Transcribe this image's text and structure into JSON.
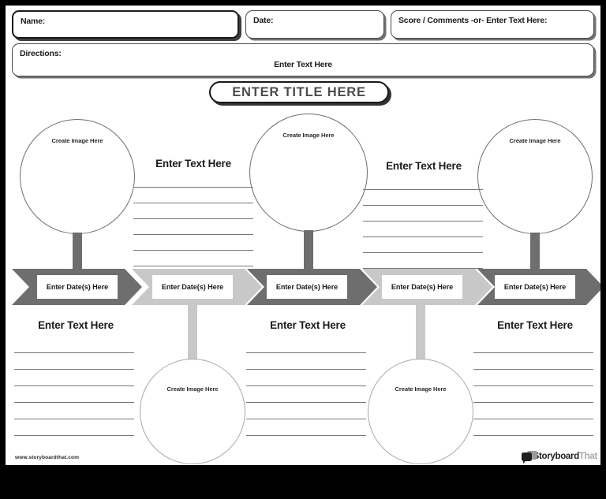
{
  "header": {
    "name_label": "Name:",
    "date_label": "Date:",
    "score_label": "Score / Comments -or- Enter Text Here:",
    "directions_label": "Directions:",
    "directions_placeholder": "Enter Text Here"
  },
  "title": {
    "text": "ENTER TITLE HERE"
  },
  "top_circles": [
    {
      "caption": "Create Image Here"
    },
    {
      "caption": "Create Image Here"
    },
    {
      "caption": "Create Image Here"
    }
  ],
  "bottom_circles": [
    {
      "caption": "Create Image Here"
    },
    {
      "caption": "Create Image Here"
    }
  ],
  "top_columns": [
    {
      "heading": "Enter Text Here"
    },
    {
      "heading": "Enter Text Here"
    }
  ],
  "bottom_columns": [
    {
      "heading": "Enter Text Here"
    },
    {
      "heading": "Enter Text Here"
    },
    {
      "heading": "Enter Text Here"
    }
  ],
  "timeline": {
    "segments": [
      {
        "label": "Enter Date(s) Here",
        "tone": "dark"
      },
      {
        "label": "Enter Date(s) Here",
        "tone": "light"
      },
      {
        "label": "Enter Date(s) Here",
        "tone": "dark"
      },
      {
        "label": "Enter Date(s) Here",
        "tone": "light"
      },
      {
        "label": "Enter Date(s) Here",
        "tone": "dark"
      }
    ]
  },
  "footer": {
    "url": "www.storyboardthat.com",
    "logo_word1": "Storyboard",
    "logo_word2": "That"
  },
  "colors": {
    "page_background": "#ffffff",
    "outer_border": "#000000",
    "chevron_dark": "#6e6e6e",
    "chevron_light": "#c8c8c8",
    "rule_line": "#777777",
    "title_text": "#4c4c4c",
    "circle_top_stroke": "#6e6e6e",
    "circle_bottom_stroke": "#a9a9a9"
  }
}
